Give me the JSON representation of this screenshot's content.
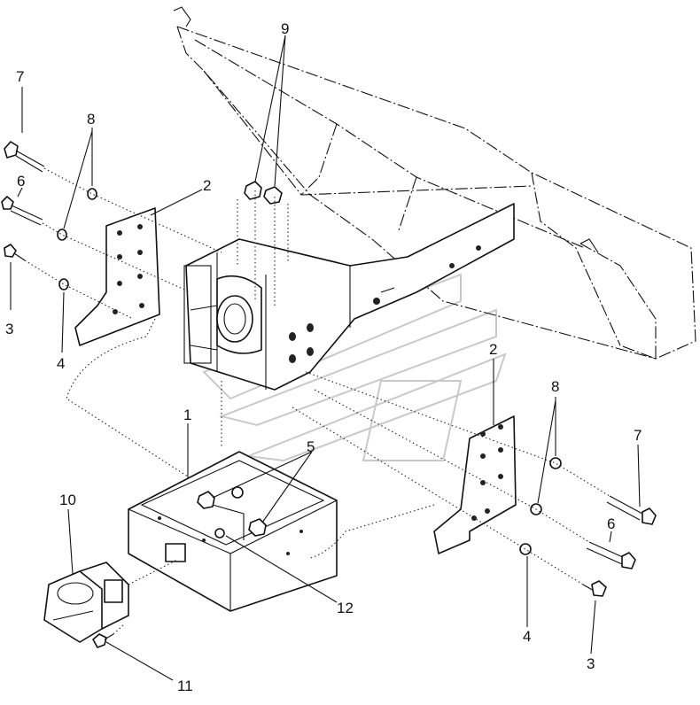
{
  "callouts": [
    {
      "id": "c7-left",
      "label": "7"
    },
    {
      "id": "c8-left",
      "label": "8"
    },
    {
      "id": "c6-left",
      "label": "6"
    },
    {
      "id": "c3-left",
      "label": "3"
    },
    {
      "id": "c4-left",
      "label": "4"
    },
    {
      "id": "c2-left",
      "label": "2"
    },
    {
      "id": "c9",
      "label": "9"
    },
    {
      "id": "c1",
      "label": "1"
    },
    {
      "id": "c5",
      "label": "5"
    },
    {
      "id": "c10",
      "label": "10"
    },
    {
      "id": "c11",
      "label": "11"
    },
    {
      "id": "c12",
      "label": "12"
    },
    {
      "id": "c2-right",
      "label": "2"
    },
    {
      "id": "c8-right",
      "label": "8"
    },
    {
      "id": "c7-right",
      "label": "7"
    },
    {
      "id": "c6-right",
      "label": "6"
    },
    {
      "id": "c4-right",
      "label": "4"
    },
    {
      "id": "c3-right",
      "label": "3"
    }
  ]
}
